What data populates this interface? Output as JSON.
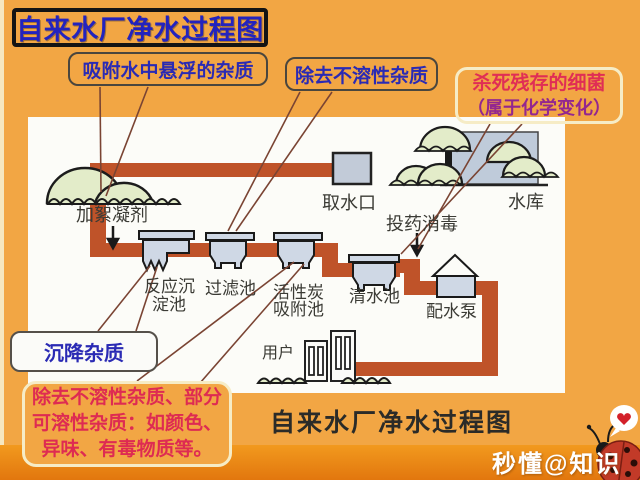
{
  "slide": {
    "title": "自来水厂净水过程图",
    "caption": "自来水厂净水过程图",
    "watermark": "秒懂@知识"
  },
  "callouts": {
    "adsorb_suspended": "吸附水中悬浮的杂质",
    "remove_insoluble": "除去不溶性杂质",
    "kill_bacteria_line1": "杀死残存的细菌",
    "kill_bacteria_line2": "（属于化学变化）",
    "settle_impurities": "沉降杂质",
    "carbon_note_line1": "除去不溶性杂质、部分",
    "carbon_note_line2": "可溶性杂质：如颜色、",
    "carbon_note_line3": "异味、有毒物质等。"
  },
  "diagram": {
    "flocculant": "加絮凝剂",
    "intake": "取水口",
    "reservoir": "水库",
    "dosing": "投药消毒",
    "tank_reaction_line1": "反应沉",
    "tank_reaction_line2": "淀池",
    "tank_filter": "过滤池",
    "tank_carbon_line1": "活性炭",
    "tank_carbon_line2": "吸附池",
    "tank_clear": "清水池",
    "pump": "配水泵",
    "users": "用户"
  },
  "colors": {
    "background": "#F2A644",
    "background_bottom": "#E8820F",
    "panel": "#FCFCF8",
    "pipe": "#BF5329",
    "tank_fill": "#CFD8E5",
    "water_fill": "#BFCBDA",
    "hill_fill": "#E3ECC9",
    "title_blue": "#2323BE",
    "callout_blue": "#2A2AB4",
    "warn_red": "#E02E55",
    "purple": "#93278F",
    "connector": "#7A4433"
  }
}
